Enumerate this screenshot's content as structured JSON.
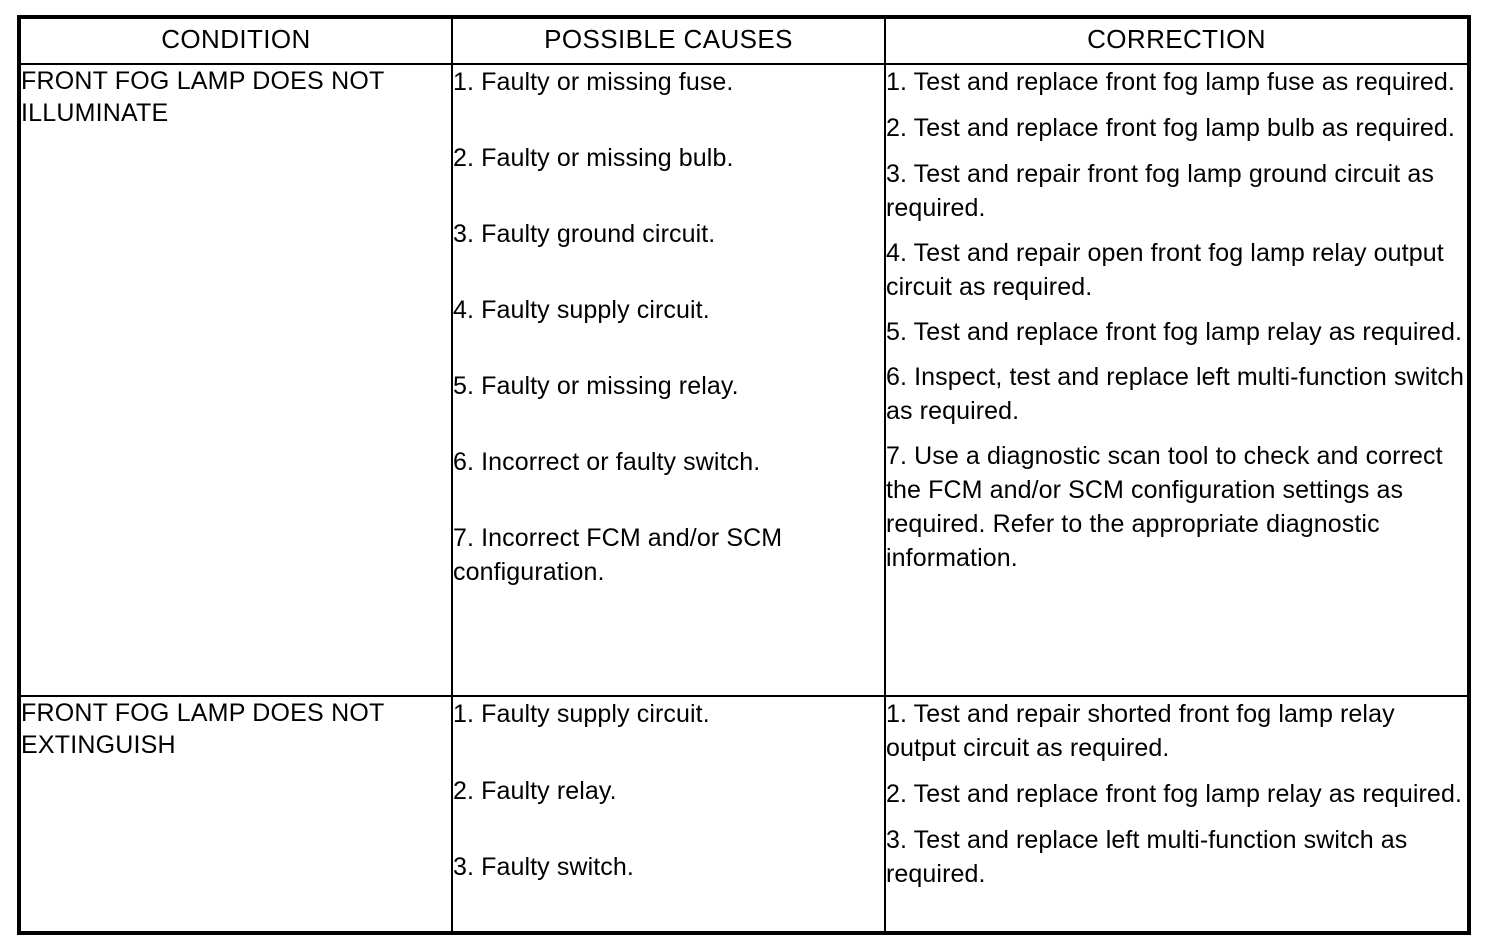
{
  "table": {
    "headers": [
      {
        "label": "CONDITION",
        "name": "header-condition"
      },
      {
        "label": "POSSIBLE CAUSES",
        "name": "header-possible-causes"
      },
      {
        "label": "CORRECTION",
        "name": "header-correction"
      }
    ],
    "rows": [
      {
        "condition": "FRONT FOG LAMP DOES NOT ILLUMINATE",
        "causes": [
          "1. Faulty or missing fuse.",
          "2. Faulty or missing bulb.",
          "3. Faulty ground circuit.",
          "4. Faulty supply circuit.",
          "5. Faulty or missing relay.",
          "6. Incorrect or faulty switch.",
          "7. Incorrect FCM and/or SCM configuration."
        ],
        "corrections": [
          "1. Test and replace front fog lamp fuse as required.",
          "2. Test and replace front fog lamp bulb as required.",
          "3. Test and repair front fog lamp ground circuit as required.",
          "4. Test and repair open front fog lamp relay output circuit as required.",
          "5. Test and replace front fog lamp relay as required.",
          "6. Inspect, test and replace left multi-function switch as required.",
          "7. Use a diagnostic scan tool to check and correct the FCM and/or SCM configuration settings as required. Refer to the appropriate diagnostic information."
        ]
      },
      {
        "condition": "FRONT FOG LAMP DOES NOT EXTINGUISH",
        "causes": [
          "1. Faulty supply circuit.",
          "2. Faulty relay.",
          "3. Faulty switch."
        ],
        "corrections": [
          "1. Test and repair shorted front fog lamp relay output circuit as required.",
          "2. Test and replace front fog lamp relay as required.",
          "3. Test and replace left multi-function switch as required."
        ]
      }
    ]
  },
  "colors": {
    "border": "#000000",
    "text": "#000000",
    "background": "#ffffff"
  }
}
